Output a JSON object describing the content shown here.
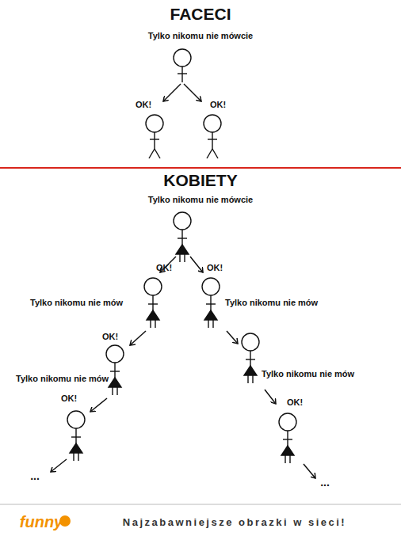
{
  "diagram": {
    "caption": "Najzabawniejsze obrazki w sieci!",
    "labels": [
      "FACECI",
      "Tylko nikomu nie mówcie",
      "OK!",
      "OK!",
      "KOBIETY",
      "Tylko nikomu nie mówcie",
      "OK!",
      "OK!",
      "Tylko nikomu nie mów",
      "Tylko nikomu nie mów",
      "OK!",
      "Tylko nikomu nie mów",
      "Tylko nikomu nie mów",
      "OK!",
      "OK!",
      "...",
      "...",
      "funny"
    ]
  }
}
